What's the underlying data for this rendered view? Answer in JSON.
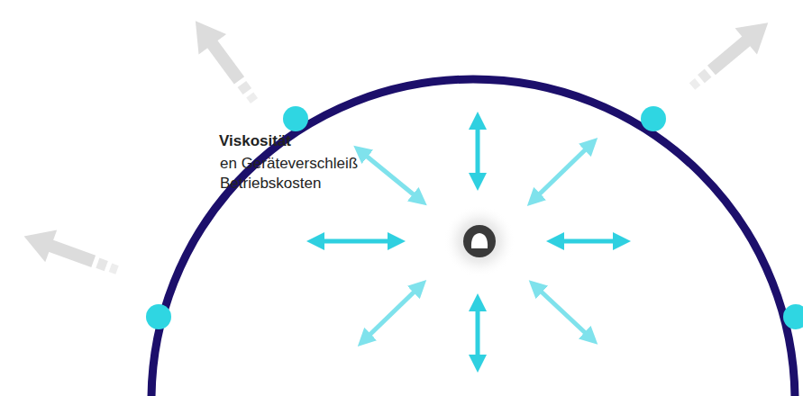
{
  "diagram": {
    "labels": [
      "Viskosität",
      "en Geräteverschleiß",
      "Betriebskosten"
    ]
  }
}
